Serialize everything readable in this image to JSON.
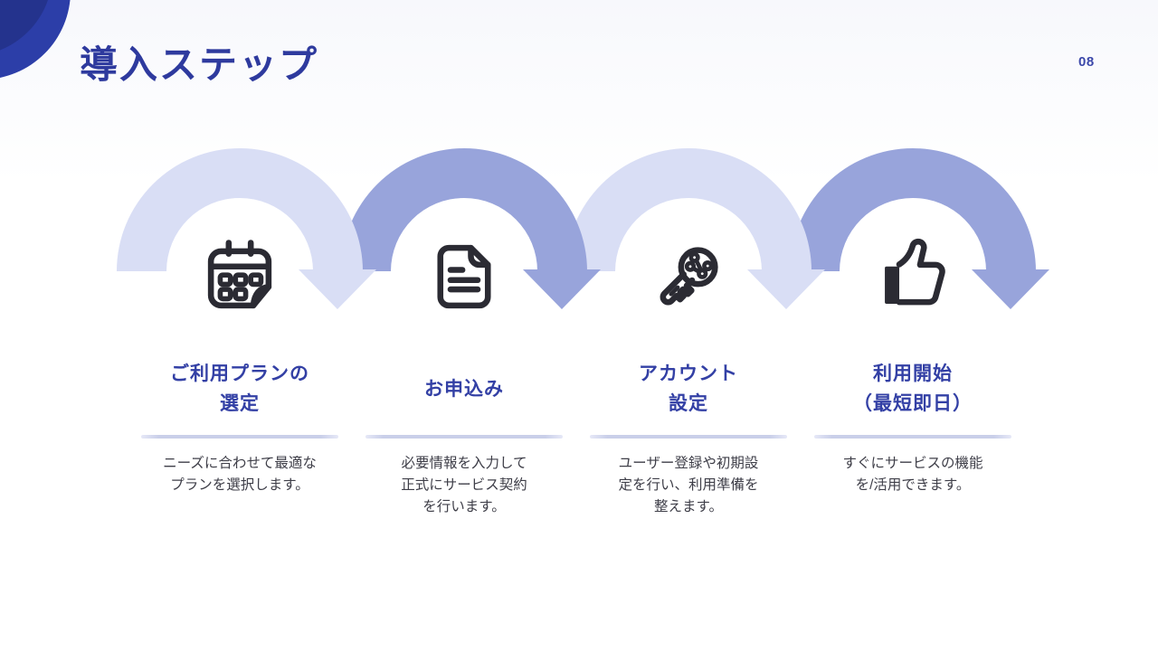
{
  "slide": {
    "title": "導入ステップ",
    "page_number": "08"
  },
  "colors": {
    "title_text": "#2e3a9e",
    "heading_text": "#3340a5",
    "body_text": "#3e3e48",
    "page_number_text": "#3c48aa",
    "arc_light": "#d9def5",
    "arc_dark": "#98a4db",
    "divider": "#c9cfe9",
    "icon_stroke": "#2b2b33",
    "corner_primary": "#2c3ea8",
    "corner_secondary": "#24338d",
    "page_background": "#f7f8fc"
  },
  "steps": [
    {
      "icon": "calendar-icon",
      "title_lines": [
        "ご利用プランの",
        "選定"
      ],
      "desc_lines": [
        "ニーズに合わせて最適な",
        "プランを選択します。"
      ]
    },
    {
      "icon": "document-icon",
      "title_lines": [
        "お申込み"
      ],
      "desc_lines": [
        "必要情報を入力して",
        "正式にサービス契約",
        "を行います。"
      ]
    },
    {
      "icon": "key-icon",
      "title_lines": [
        "アカウント",
        "設定"
      ],
      "desc_lines": [
        "ユーザー登録や初期設",
        "定を行い、利用準備を",
        "整えます。"
      ]
    },
    {
      "icon": "thumbs-up-icon",
      "title_lines": [
        "利用開始",
        "（最短即日）"
      ],
      "desc_lines": [
        "すぐにサービスの機能",
        "を/活用できます。"
      ]
    }
  ]
}
